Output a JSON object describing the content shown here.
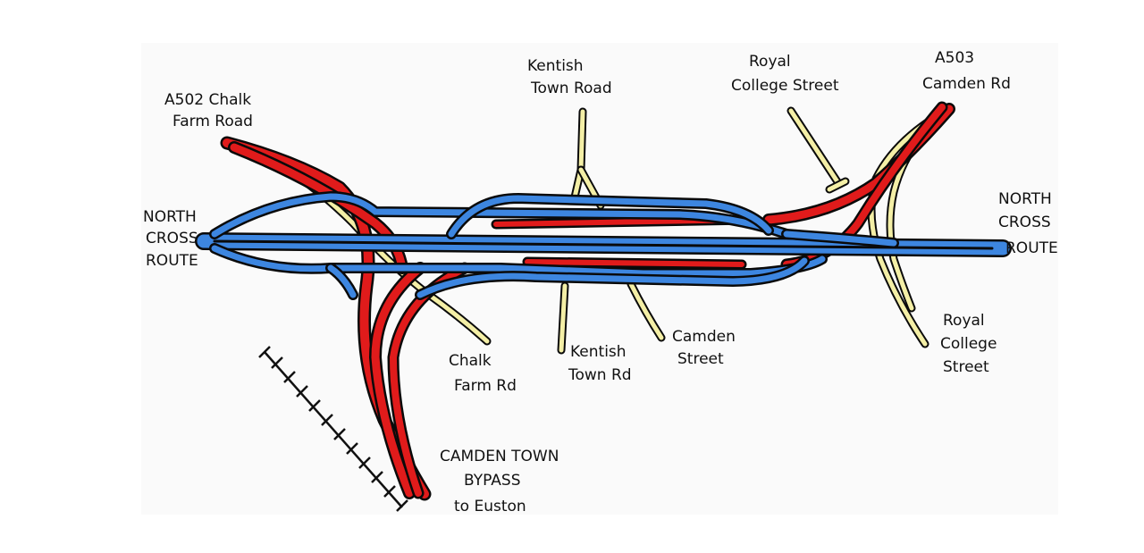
{
  "map": {
    "colors": {
      "background": "#ffffff",
      "panel": "#fafafa",
      "motorway": "#3d86e0",
      "link_road": "#e01b1b",
      "local_road": "#f4efa6",
      "outline": "#0a0a0a"
    },
    "labels": {
      "north_cross_west": [
        "NORTH",
        "CROSS",
        "ROUTE"
      ],
      "north_cross_east": [
        "NORTH",
        "CROSS",
        "ROUTE"
      ],
      "a502": [
        "A502 Chalk",
        "Farm Road"
      ],
      "kentish_town_road_top": [
        "Kentish",
        "Town Road"
      ],
      "royal_college_top": [
        "Royal",
        "College Street"
      ],
      "a503": [
        "A503",
        "Camden Rd"
      ],
      "chalk_farm_rd": [
        "Chalk",
        "Farm Rd"
      ],
      "kentish_town_rd_bottom": [
        "Kentish",
        "Town Rd"
      ],
      "camden_street": [
        "Camden",
        "Street"
      ],
      "royal_college_bottom": [
        "Royal",
        "College",
        "Street"
      ],
      "bypass": [
        "CAMDEN TOWN",
        "BYPASS",
        "to Euston"
      ]
    },
    "icons": {
      "railway": "railway-track-icon"
    }
  }
}
